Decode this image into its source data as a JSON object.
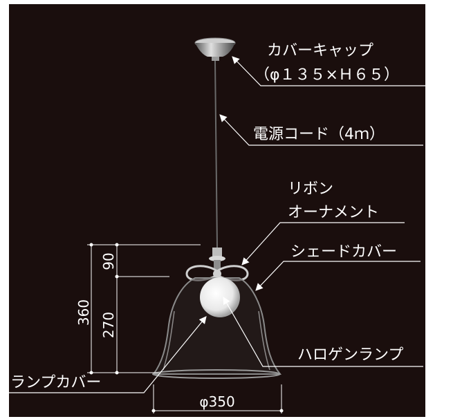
{
  "labels": {
    "cover_cap": "カバーキャップ",
    "cover_cap_size": "（φ１３５×Ｈ６５）",
    "power_cord": "電源コード（4ｍ）",
    "ribbon_1": "リボン",
    "ribbon_2": "オーナメント",
    "shade_cover": "シェードカバー",
    "halogen_lamp": "ハロゲンランプ",
    "lamp_cover": "ランプカバー"
  },
  "dimensions": {
    "total_height": "360",
    "top_height": "90",
    "shade_height": "270",
    "diameter": "φ350"
  },
  "colors": {
    "background": "#1a0e0d",
    "line": "#ffffff"
  }
}
